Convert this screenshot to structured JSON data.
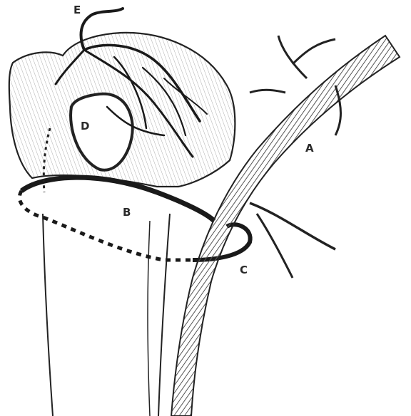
{
  "labels": {
    "a": "A",
    "b": "B",
    "c": "C",
    "d": "D",
    "e": "E"
  },
  "colors": {
    "ink": "#1a1a1a",
    "line": "#222222",
    "hatch": "#555555",
    "background": "#ffffff"
  }
}
